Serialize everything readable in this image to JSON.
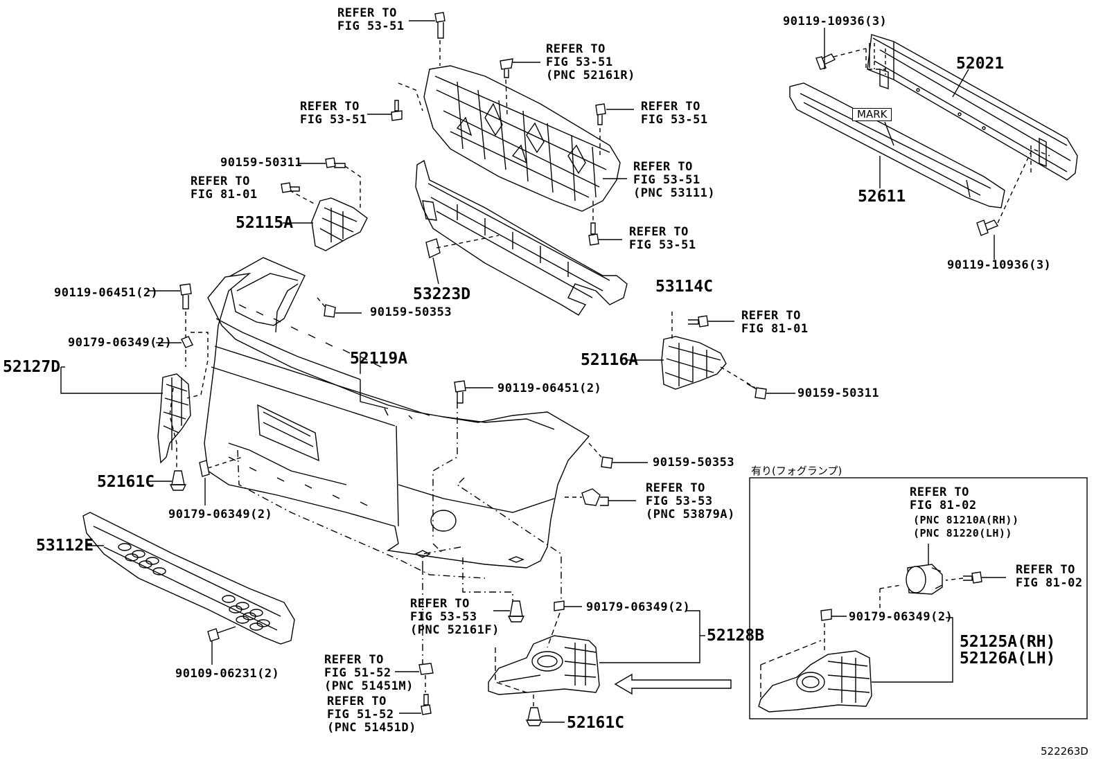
{
  "refs": {
    "r1": "REFER TO\nFIG 53-51",
    "r2": "REFER TO\nFIG 53-51\n(PNC 52161R)",
    "r3": "REFER TO\nFIG 53-51",
    "r4": "REFER TO\nFIG 53-51",
    "r5": "REFER TO\nFIG 53-51\n(PNC 53111)",
    "r6": "REFER TO\nFIG 53-51",
    "r7": "REFER TO\nFIG 81-01",
    "r8": "REFER TO\nFIG 81-01",
    "r9": "REFER TO\nFIG 53-53\n(PNC 53879A)",
    "r10": "REFER TO\nFIG 53-53\n(PNC 52161F)",
    "r11": "REFER TO\nFIG 51-52\n(PNC 51451M)",
    "r12": "REFER TO\nFIG 51-52\n(PNC 51451D)",
    "r13": "REFER TO\nFIG 81-02",
    "r14": "REFER TO\nFIG 81-02"
  },
  "fog_pnc": "(PNC 81210A(RH))\n(PNC 81220(LH))",
  "parts": {
    "p52021": "52021",
    "p52611": "52611",
    "p52115A": "52115A",
    "p53223D": "53223D",
    "p53114C": "53114C",
    "p52116A": "52116A",
    "p52127D": "52127D",
    "p52119A": "52119A",
    "p52161C_a": "52161C",
    "p53112E": "53112E",
    "p52128B": "52128B",
    "p52161C_b": "52161C",
    "p52125A": "52125A(RH)\n52126A(LH)"
  },
  "bolts": {
    "b1": "90119-10936(3)",
    "b2": "90119-10936(3)",
    "b3": "90159-50311",
    "b4": "90119-06451(2)",
    "b5": "90159-50353",
    "b6": "90179-06349(2)",
    "b7": "90119-06451(2)",
    "b8": "90159-50311",
    "b9": "90159-50353",
    "b10": "90179-06349(2)",
    "b11": "90179-06349(2)",
    "b12": "90109-06231(2)",
    "b13": "90179-06349(2)"
  },
  "mark_label": "MARK",
  "fog_header": "有り(フォグランプ)",
  "diagram_code": "522263D"
}
